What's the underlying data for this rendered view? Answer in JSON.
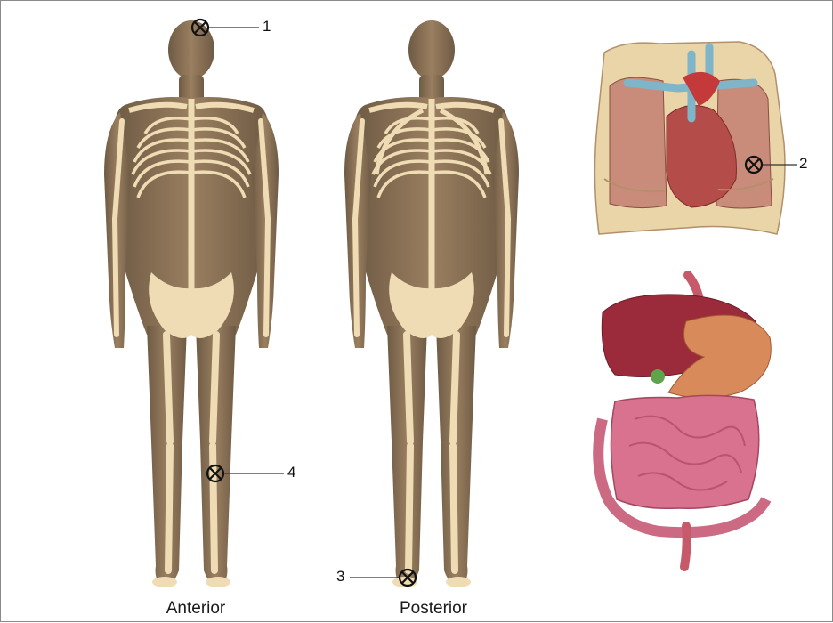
{
  "figure": {
    "views": [
      {
        "id": "anterior",
        "caption": "Anterior"
      },
      {
        "id": "posterior",
        "caption": "Posterior"
      }
    ],
    "markers": [
      {
        "number": "1",
        "icon": "circled-x-marker-icon",
        "location": "head"
      },
      {
        "number": "2",
        "icon": "circled-x-marker-icon",
        "location": "thorax-inset"
      },
      {
        "number": "3",
        "icon": "circled-x-marker-icon",
        "location": "heel"
      },
      {
        "number": "4",
        "icon": "circled-x-marker-icon",
        "location": "lower-leg"
      }
    ],
    "insets": [
      {
        "id": "thorax-inset",
        "icon": "thorax-organs-icon"
      },
      {
        "id": "abdomen-inset",
        "icon": "digestive-organs-icon"
      }
    ],
    "colors": {
      "skin": "#8f7558",
      "skin_dark": "#6e5a44",
      "bone": "#f0dcb4",
      "lung": "#c98c7a",
      "heart": "#b44c4a",
      "intestine": "#d9728e",
      "liver": "#9b2b3a",
      "stomach": "#d98a5a"
    }
  }
}
